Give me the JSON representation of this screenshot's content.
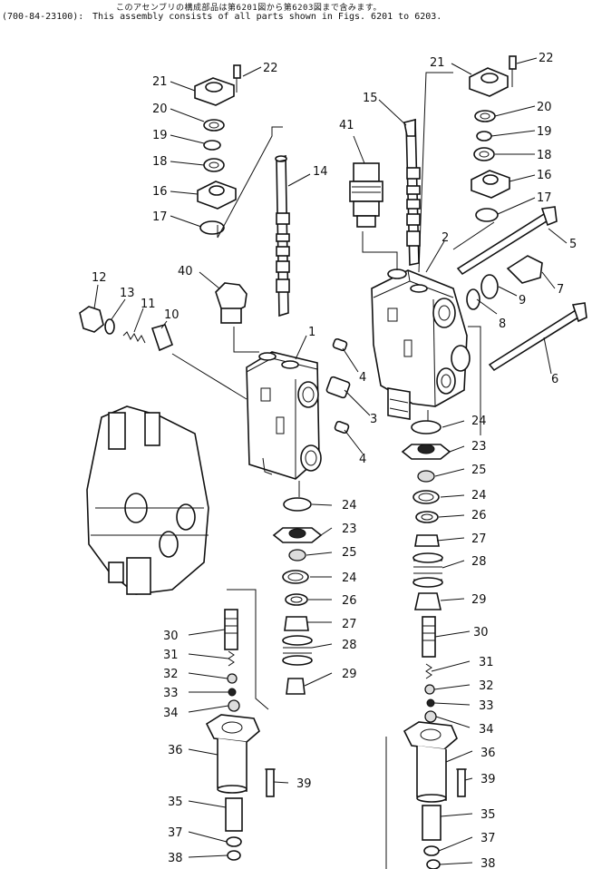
{
  "header": {
    "japanese_note": "このアセンブリの構成部品は第6201図から第6203図まで含みます。",
    "part_code": "(700-84-23100):",
    "english_note": "This assembly consists of all parts shown in Figs. 6201 to 6203."
  },
  "callouts": {
    "c1": "1",
    "c2": "2",
    "c3": "3",
    "c4a": "4",
    "c4b": "4",
    "c5": "5",
    "c6": "6",
    "c7": "7",
    "c8": "8",
    "c9": "9",
    "c10": "10",
    "c11": "11",
    "c12": "12",
    "c13": "13",
    "c14": "14",
    "c15": "15",
    "c16l": "16",
    "c17l": "17",
    "c18l": "18",
    "c19l": "19",
    "c20l": "20",
    "c21l": "21",
    "c22l": "22",
    "c16r": "16",
    "c17r": "17",
    "c18r": "18",
    "c19r": "19",
    "c20r": "20",
    "c21r": "21",
    "c22r": "22",
    "c24a": "24",
    "c23l": "23",
    "c25l": "25",
    "c24b": "24",
    "c26l": "26",
    "c27l": "27",
    "c28l": "28",
    "c29l": "29",
    "c24c": "24",
    "c23r": "23",
    "c25r": "25",
    "c24d": "24",
    "c26r": "26",
    "c27r": "27",
    "c28r": "28",
    "c29r": "29",
    "c30l": "30",
    "c31l": "31",
    "c32l": "32",
    "c33l": "33",
    "c34l": "34",
    "c30r": "30",
    "c31r": "31",
    "c32r": "32",
    "c33r": "33",
    "c34r": "34",
    "c36l": "36",
    "c39l": "39",
    "c35l": "35",
    "c37l": "37",
    "c38l": "38",
    "c36r": "36",
    "c39r": "39",
    "c35r": "35",
    "c37r": "37",
    "c38r": "38",
    "c40": "40",
    "c41": "41"
  }
}
